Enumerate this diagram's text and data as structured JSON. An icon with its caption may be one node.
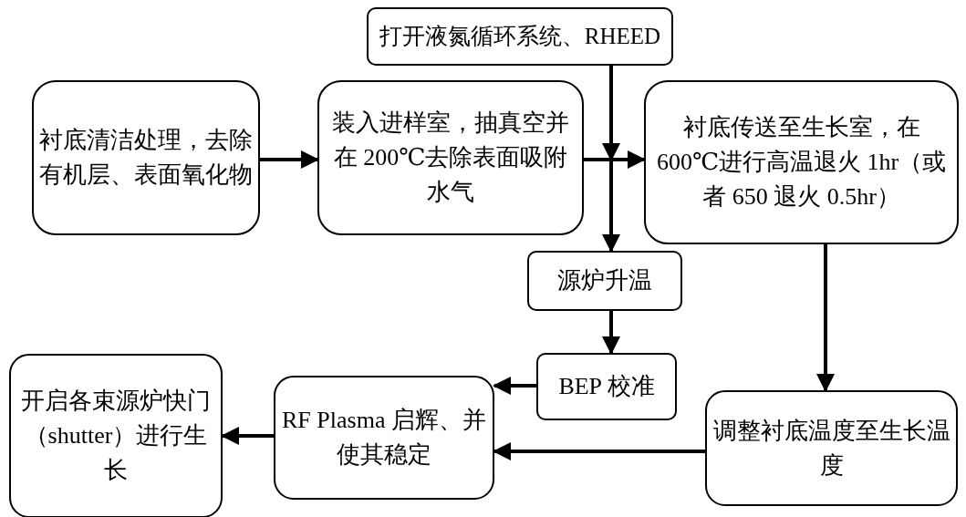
{
  "diagram": {
    "nodes": [
      {
        "text": [
          "打开液氮循环系统、RHEED"
        ]
      },
      {
        "text": [
          "衬底清洁处理，去除有机层、表面氧化物"
        ]
      },
      {
        "text": [
          "装入进样室，抽真空并在 200℃去除表面吸附水气"
        ]
      },
      {
        "text": [
          "衬底传送至生长室，在 600℃进行高温退火 1hr（或者 650 退火 0.5hr）"
        ]
      },
      {
        "text": [
          "源炉升温"
        ]
      },
      {
        "text": [
          "BEP 校准"
        ]
      },
      {
        "text": [
          "调整衬底温度至生长温度"
        ]
      },
      {
        "text": [
          "RF Plasma 启辉、并使其稳定"
        ]
      },
      {
        "text": [
          "开启各束源炉快门（shutter）进行生长"
        ]
      }
    ],
    "edges": [
      {
        "from": 1,
        "to": 2,
        "arrow": "to"
      },
      {
        "from": 2,
        "to": 3,
        "arrow": "to"
      },
      {
        "from": 0,
        "to": 4,
        "arrow": "to"
      },
      {
        "from": 4,
        "to": 5,
        "arrow": "to"
      },
      {
        "from": 3,
        "to": 6,
        "arrow": "to"
      },
      {
        "from": 5,
        "to": 7,
        "arrow": "to"
      },
      {
        "from": 6,
        "to": 7,
        "arrow": "to"
      },
      {
        "from": 7,
        "to": 8,
        "arrow": "to"
      }
    ]
  }
}
